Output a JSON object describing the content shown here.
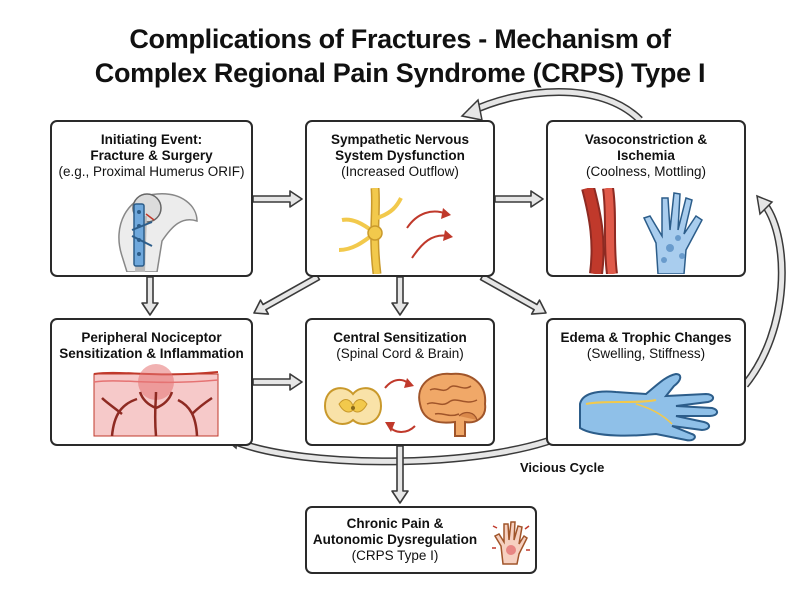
{
  "title": {
    "line1": "Complications of Fractures - Mechanism of",
    "line2": "Complex Regional Pain Syndrome (CRPS) Type I"
  },
  "boxes": {
    "initiating": {
      "title1": "Initiating Event:",
      "title2": "Fracture & Surgery",
      "sub": "(e.g., Proximal Humerus ORIF)"
    },
    "sympathetic": {
      "title1": "Sympathetic Nervous",
      "title2": "System Dysfunction",
      "sub": "(Increased Outflow)"
    },
    "vaso": {
      "title1": "Vasoconstriction &",
      "title2": "Ischemia",
      "sub": "(Coolness, Mottling)"
    },
    "peripheral": {
      "title1": "Peripheral Nociceptor",
      "title2": "Sensitization & Inflammation"
    },
    "central": {
      "title1": "Central Sensitization",
      "sub": "(Spinal Cord & Brain)"
    },
    "edema": {
      "title1": "Edema & Trophic Changes",
      "sub": "(Swelling, Stiffness)"
    },
    "chronic": {
      "title1": "Chronic Pain &",
      "title2": "Autonomic Dysregulation",
      "sub": "(CRPS Type I)"
    }
  },
  "cycle_label": "Vicious Cycle",
  "colors": {
    "arrow_fill": "#e6e6e6",
    "arrow_stroke": "#3a3a3a",
    "border": "#2a2a2a",
    "nerve_yellow": "#f2c94c",
    "vessel_red": "#c0392b",
    "skin_blue": "#7fb2e0",
    "inflammation_red": "#e57373",
    "brain_orange": "#f0a868"
  }
}
